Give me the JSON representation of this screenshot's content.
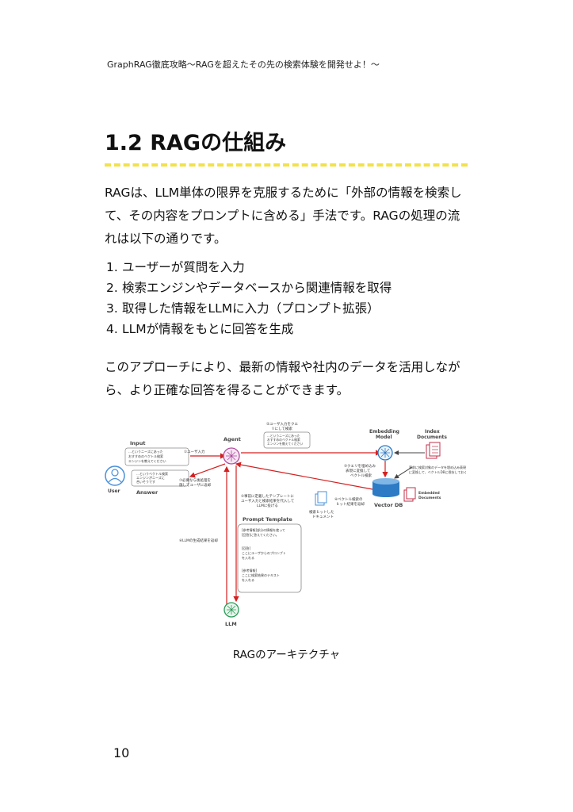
{
  "running_header": "GraphRAG徹底攻略〜RAGを超えたその先の検索体験を開発せよ！〜",
  "section_title": "1.2 RAGの仕組み",
  "intro_lines": [
    "RAGは、LLM単体の限界を克服するために「外部の情報を検索し",
    "て、その内容をプロンプトに含める」手法です。RAGの処理の流",
    "れは以下の通りです。"
  ],
  "steps": [
    {
      "num": "1.",
      "text": "ユーザーが質問を入力"
    },
    {
      "num": "2.",
      "text": "検索エンジンやデータベースから関連情報を取得"
    },
    {
      "num": "3.",
      "text": "取得した情報をLLMに入力（プロンプト拡張）"
    },
    {
      "num": "4.",
      "text": "LLMが情報をもとに回答を生成"
    }
  ],
  "closing_lines": [
    "このアプローチにより、最新の情報や社内のデータを活用しなが",
    "ら、より正確な回答を得ることができます。"
  ],
  "diagram": {
    "input_label": "Input",
    "input_bubble": [
      "…というニーズにあった",
      "おすすめのベクトル検索",
      "エンジンを教えてください"
    ],
    "user_label": "User",
    "answer_label": "Answer",
    "answer_bubble": [
      "…というベクトル検索",
      "エンジンがニーズに",
      "合いそうです"
    ],
    "agent_label": "Agent",
    "step1": "①ユーザ入力",
    "step2": [
      "②ユーザ入力をクエ",
      "リにして検索"
    ],
    "agent_bubble": [
      "…というニーズにあった",
      "おすすめのベクトル検索",
      "エンジンを教えてください"
    ],
    "embedding_label": [
      "Embedding",
      "Model"
    ],
    "index_label": [
      "Index",
      "Documents"
    ],
    "step3": [
      "③クエリを埋め込み",
      "表現に変換して",
      "ベクトル検索"
    ],
    "index_note": [
      "事前に検索対象のデータを埋め込み表現",
      "に変換して、ベクトルDBに保存しておく"
    ],
    "vector_db_label": "Vector DB",
    "embedded_label": [
      "Embedded",
      "Documents"
    ],
    "step4": [
      "④ベクトル検索の",
      "ヒット結果を返却"
    ],
    "hit_docs_label": [
      "検索ヒットした",
      "ドキュメント"
    ],
    "step5": [
      "⑤事前に定義したテンプレートに",
      "ユーザ入力と検索結果を代入して",
      "LLMに投げる"
    ],
    "prompt_title": "Prompt Template",
    "prompt_lines": [
      "[参考情報]部分の情報を使って",
      "[回答]に答えてください。",
      "",
      "[回答]",
      "ここにユーザからのプロンプト",
      "を入れる",
      "",
      "[参考情報]",
      "ここに検索結果のテキスト",
      "を入れる"
    ],
    "step6": "⑥LLMの生成結果を返却",
    "step7": [
      "⑦必要なら後処理を",
      "施してユーザに返却"
    ],
    "llm_label": "LLM"
  },
  "caption": "RAGのアーキテクチャ",
  "page_number": "10"
}
